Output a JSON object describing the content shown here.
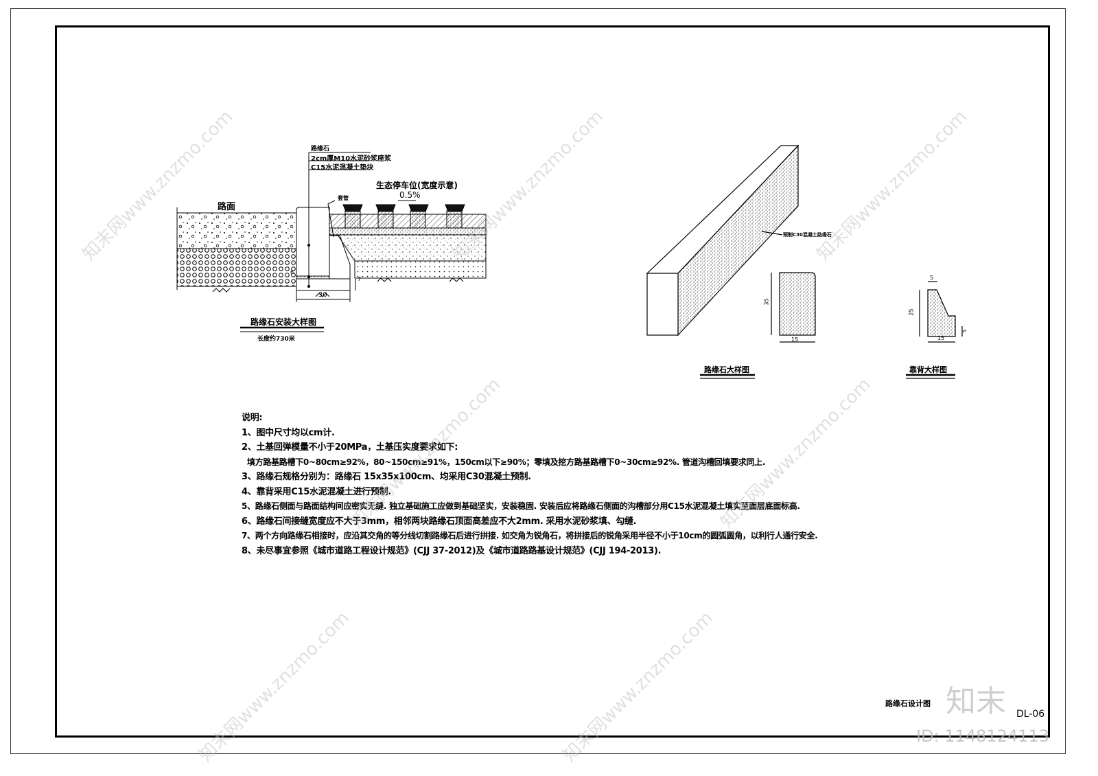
{
  "install_detail": {
    "title": "路缘石安装大样图",
    "subtitle": "长度约730米",
    "road_label": "路面",
    "parking_label": "生态停车位(宽度示意)",
    "slope": "0.5%",
    "pipe_label": "套管",
    "callouts": [
      "路缘石",
      "2cm厚M10水泥砂浆座浆",
      "C15水泥混凝土垫块"
    ],
    "dims": {
      "width": "30",
      "height_left": "6",
      "height_right": "7"
    }
  },
  "curb_detail": {
    "title": "路缘石大样图",
    "material_label": "预制C30混凝土路缘石",
    "dims": {
      "height": "35",
      "width": "15"
    }
  },
  "back_detail": {
    "title": "靠背大样图",
    "dims": {
      "top": "5",
      "height": "25",
      "bottom": "15",
      "side": "5"
    }
  },
  "notes": {
    "heading": "说明:",
    "items": [
      "1、图中尺寸均以cm计.",
      "2、土基回弹模量不小于20MPa，土基压实度要求如下:",
      "填方路基路槽下0~80cm≥92%，80~150cm≥91%，150cm以下≥90%；零填及挖方路基路槽下0~30cm≥92%. 管道沟槽回填要求同上.",
      "3、路缘石规格分别为：路缘石 15x35x100cm、均采用C30混凝土预制.",
      "4、靠背采用C15水泥混凝土进行预制.",
      "5、路缘石侧面与路面结构间应密实无缝. 独立基础施工应做到基础坚实，安装稳固. 安装后应将路缘石侧面的沟槽部分用C15水泥混凝土填实至面层底面标高.",
      "6、路缘石间接缝宽度应不大于3mm，相邻两块路缘石顶面高差应不大2mm. 采用水泥砂浆填、勾缝.",
      "7、两个方向路缘石相接时，应沿其交角的等分线切割路缘石后进行拼接. 如交角为锐角石，将拼接后的锐角采用半径不小于10cm的圆弧圆角，以利行人通行安全.",
      "8、未尽事宜参照《城市道路工程设计规范》(CJJ 37-2012)及《城市道路路基设计规范》(CJJ 194-2013)."
    ]
  },
  "title_block": {
    "drawing_name": "路缘石设计图",
    "drawing_no": "DL-06"
  },
  "watermark": {
    "logo": "知末",
    "id": "ID: 1148124113",
    "site": "知末网www.znzmo.com"
  }
}
